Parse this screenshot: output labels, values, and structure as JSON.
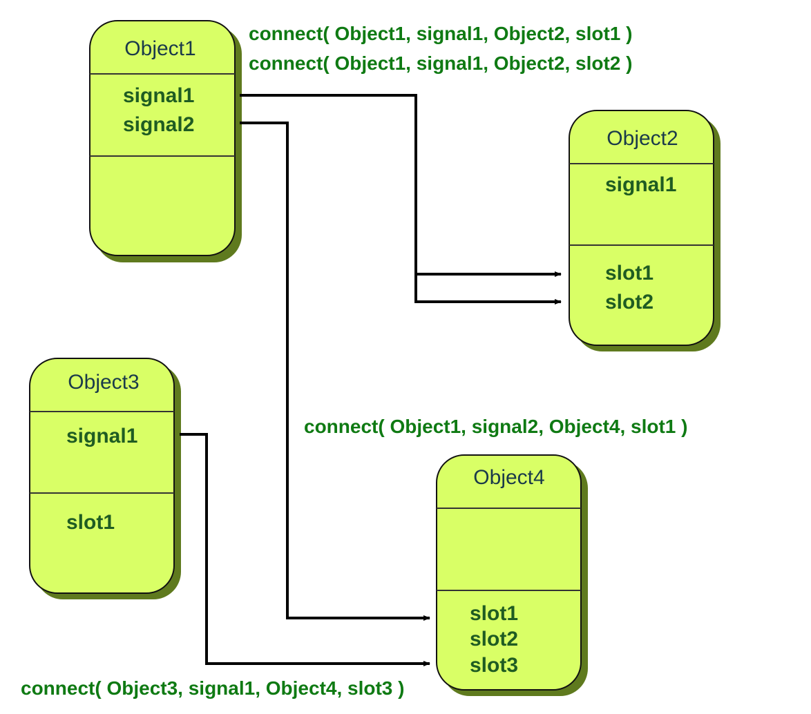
{
  "colors": {
    "box_fill": "#d9ff66",
    "box_shadow": "#5f7a1e",
    "box_border": "#111111",
    "title_text": "#1a3a4a",
    "item_text": "#1f5c22",
    "connect_text": "#0f7a13",
    "wire": "#000000"
  },
  "objects": {
    "object1": {
      "title": "Object1",
      "signals": [
        "signal1",
        "signal2"
      ],
      "slots": []
    },
    "object2": {
      "title": "Object2",
      "signals": [
        "signal1"
      ],
      "slots": [
        "slot1",
        "slot2"
      ]
    },
    "object3": {
      "title": "Object3",
      "signals": [
        "signal1"
      ],
      "slots": [
        "slot1"
      ]
    },
    "object4": {
      "title": "Object4",
      "signals": [],
      "slots": [
        "slot1",
        "slot2",
        "slot3"
      ]
    }
  },
  "connections": [
    {
      "label": "connect( Object1, signal1, Object2, slot1 )",
      "from": "Object1.signal1",
      "to": "Object2.slot1"
    },
    {
      "label": "connect( Object1, signal1, Object2, slot2 )",
      "from": "Object1.signal1",
      "to": "Object2.slot2"
    },
    {
      "label": "connect( Object1, signal2, Object4, slot1 )",
      "from": "Object1.signal2",
      "to": "Object4.slot1"
    },
    {
      "label": "connect( Object3, signal1, Object4, slot3 )",
      "from": "Object3.signal1",
      "to": "Object4.slot3"
    }
  ]
}
